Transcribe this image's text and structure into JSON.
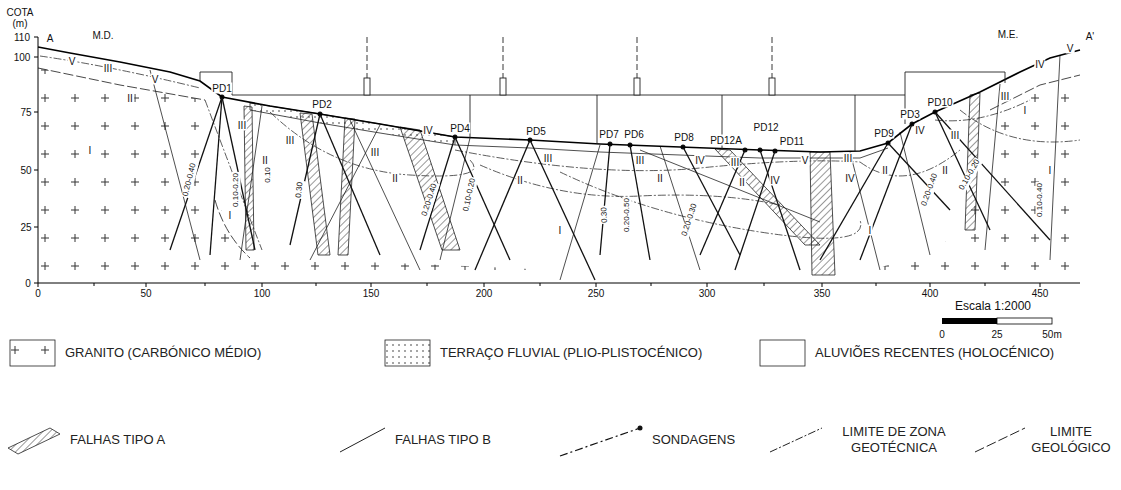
{
  "diagram": {
    "labels": [
      "COTA",
      "(m)",
      "110",
      "100",
      "75",
      "50",
      "25",
      "0",
      "0",
      "50",
      "100",
      "150",
      "200",
      "250",
      "300",
      "350",
      "400",
      "450",
      "A",
      "A'",
      "M.D.",
      "M.E.",
      "PD1",
      "PD2",
      "PD4",
      "PD5",
      "PD7",
      "PD6",
      "PD8",
      "PD12A",
      "PD12",
      "PD11",
      "PD9",
      "PD3",
      "PD10",
      "V",
      "III",
      "V",
      "II",
      "I",
      "III",
      "II",
      "I",
      "III",
      "III",
      "II",
      "IV",
      "III",
      "II",
      "I",
      "III",
      "II",
      "IV",
      "III",
      "II",
      "V",
      "IV",
      "IV",
      "III",
      "II",
      "I",
      "IV",
      "III",
      "II",
      "I",
      "III",
      "IV",
      "V",
      "I",
      "0.20-0.40",
      "0.10-0.20",
      "0.10",
      "0.30",
      "0.20-0.40",
      "0.10-0.20",
      "0.20-0.50",
      "0.30",
      "0.20-0.30",
      "0.20-0.40",
      "0.10-0.40",
      "0.10-0.20",
      "Escala 1:2000",
      "0",
      "25",
      "50m"
    ],
    "legend": [
      {
        "text": "GRANITO (CARBÓNICO MÉDIO)"
      },
      {
        "text": "TERRAÇO FLUVIAL (PLIO-PLISTOCÉNICO)"
      },
      {
        "text": "ALUVIÕES RECENTES (HOLOCÉNICO)"
      },
      {
        "text": "FALHAS TIPO A"
      },
      {
        "text": "FALHAS TIPO B"
      },
      {
        "text": "SONDAGENS"
      },
      {
        "text": "LIMITE DE ZONA GEOTÉCNICA"
      },
      {
        "text": "LIMITE GEOLÓGICO"
      }
    ]
  }
}
